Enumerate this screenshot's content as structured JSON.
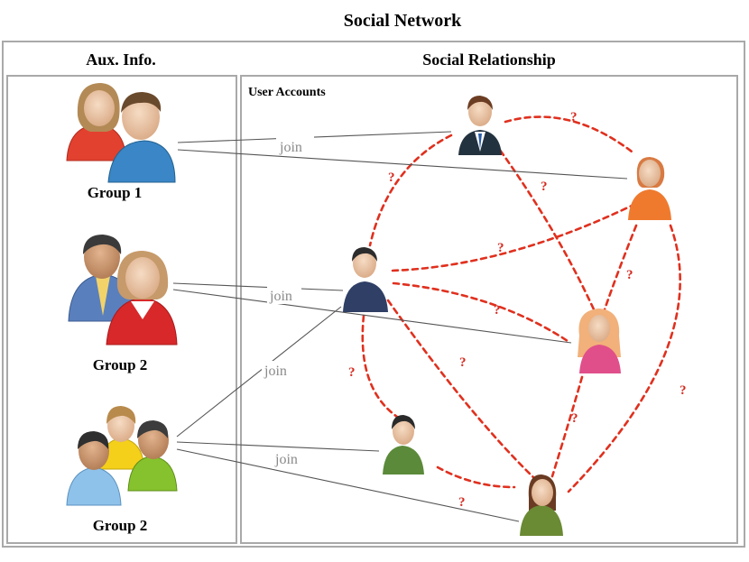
{
  "title": "Social Network",
  "panels": {
    "aux_label": "Aux. Info.",
    "social_label": "Social Relationship",
    "accounts_label": "User Accounts"
  },
  "groups": [
    {
      "label": "Group 1",
      "icon": "group-couple-icon"
    },
    {
      "label": "Group 2",
      "icon": "group-suits-icon"
    },
    {
      "label": "Group 2",
      "icon": "group-trio-icon"
    }
  ],
  "users": [
    {
      "icon": "businessman-icon"
    },
    {
      "icon": "woman-orange-icon"
    },
    {
      "icon": "man-sweater-icon"
    },
    {
      "icon": "woman-blonde-icon"
    },
    {
      "icon": "man-green-shirt-icon"
    },
    {
      "icon": "woman-green-jacket-icon"
    }
  ],
  "edge_labels": {
    "membership": "join",
    "unknown": "?"
  },
  "colors": {
    "relationship": "#e0301e",
    "membership": "#555555",
    "join_text": "#8a8a8a",
    "frame": "#a9a9a9"
  }
}
